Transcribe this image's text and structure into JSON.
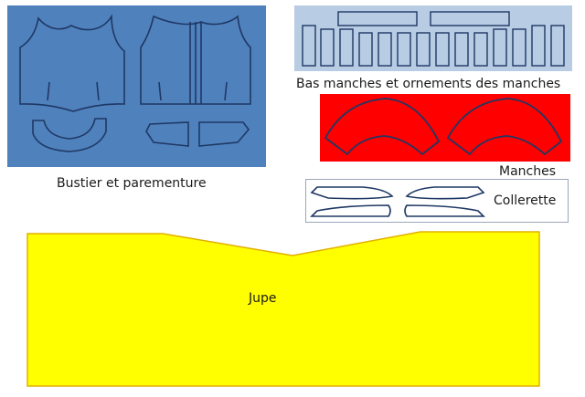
{
  "labels": {
    "bustier": "Bustier et parementure",
    "bas_manches": "Bas manches et ornements des manches",
    "manches": "Manches",
    "collerette": "Collerette",
    "jupe": "Jupe"
  },
  "colors": {
    "bustier_panel": "#4f81bd",
    "bas_manches_panel": "#b8cce4",
    "manches_panel": "#ff0000",
    "collerette_panel": "#ffffff",
    "jupe_fill": "#ffff00",
    "pattern_outline": "#1f3864"
  }
}
